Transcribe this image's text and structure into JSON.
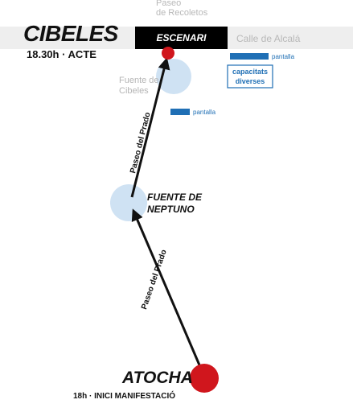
{
  "map": {
    "start": {
      "name": "ATOCHA",
      "subtitle": "18h · INICI MANIFESTACIÓ"
    },
    "end": {
      "name": "CIBELES",
      "subtitle": "18.30h · ACTE"
    },
    "stage_label": "ESCENARI",
    "waypoint_label": "FUENTE DE NEPTUNO",
    "waypoint_lines": [
      "FUENTE DE",
      "NEPTUNO"
    ],
    "route_street_1": "Paseo del Prado",
    "route_street_2": "Paseo del Prado",
    "street_top": [
      "Paseo",
      "de Recoletos"
    ],
    "street_right": "Calle de Alcalá",
    "fountain_grey": [
      "Fuente de",
      "Cibeles"
    ],
    "screens": [
      {
        "label": "pantalla"
      },
      {
        "label": "pantalla"
      }
    ],
    "accessibility_box": [
      "capacitats",
      "diverses"
    ],
    "colors": {
      "band": "#eeeeee",
      "stage_bar": "#000000",
      "marker_red": "#d0161d",
      "halo_blue": "#cfe2f3",
      "screen_blue": "#1f6fb5",
      "route_line": "#111111",
      "grey_text": "#b8b8b8"
    },
    "icons": {
      "start_marker": "red-circle-marker",
      "end_marker": "red-circle-marker",
      "route_arrow": "arrow-head-icon"
    }
  }
}
